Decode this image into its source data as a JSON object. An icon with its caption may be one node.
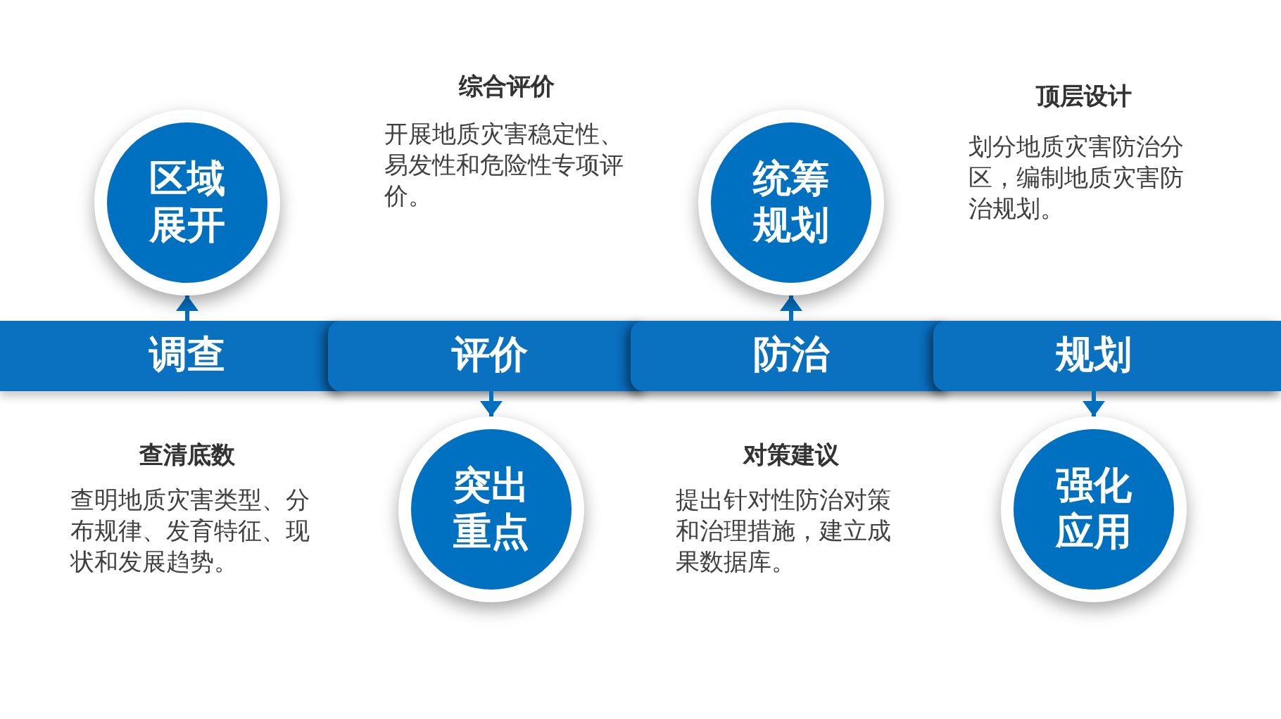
{
  "diagram": {
    "nodes": [
      {
        "text": [
          "区域展开"
        ]
      },
      {
        "text": [
          "统筹规划"
        ]
      },
      {
        "text": [
          "调查"
        ]
      },
      {
        "text": [
          "评价"
        ]
      },
      {
        "text": [
          "防治"
        ]
      },
      {
        "text": [
          "规划"
        ]
      },
      {
        "text": [
          "突出重点"
        ]
      },
      {
        "text": [
          "强化应用"
        ]
      }
    ],
    "edges": [
      {
        "from": 2,
        "to": 0,
        "arrow": "to"
      },
      {
        "from": 3,
        "to": 6,
        "arrow": "to"
      },
      {
        "from": 4,
        "to": 1,
        "arrow": "to"
      },
      {
        "from": 5,
        "to": 7,
        "arrow": "to"
      }
    ],
    "labels": [
      "综合评价",
      "开展地质灾害稳定性、易发性和危险性专项评价。",
      "顶层设计",
      "划分地质灾害防治分区，编制地质灾害防治规划。",
      "查清底数",
      "查明地质灾害类型、分布规律、发育特征、现状和发展趋势。",
      "对策建议",
      "提出针对性防治对策和治理措施，建立成果数据库。"
    ]
  }
}
